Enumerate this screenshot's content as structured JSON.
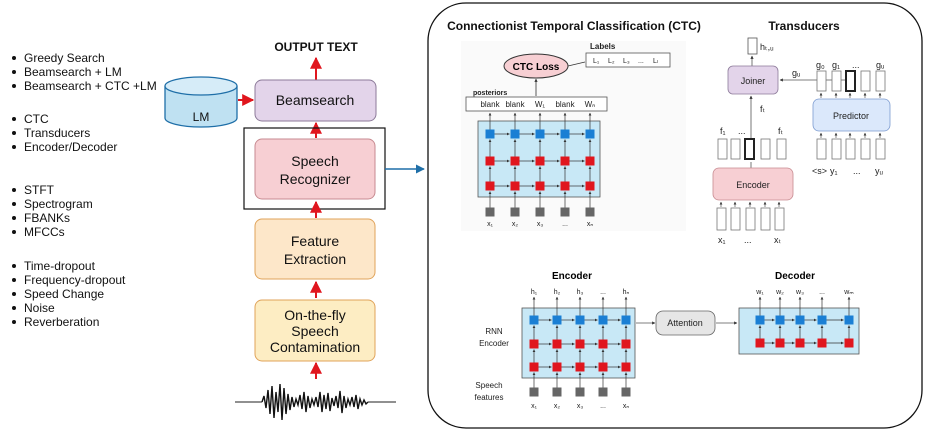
{
  "left_lists": {
    "decoding": [
      "Greedy Search",
      "Beamsearch + LM",
      "Beamsearch + CTC +LM"
    ],
    "models": [
      "CTC",
      "Transducers",
      "Encoder/Decoder"
    ],
    "features": [
      "STFT",
      "Spectrogram",
      "FBANKs",
      "MFCCs"
    ],
    "augmentation": [
      "Time-dropout",
      "Frequency-dropout",
      "Speed Change",
      "Noise",
      "Reverberation"
    ]
  },
  "pipeline": {
    "output_text": "OUTPUT TEXT",
    "lm": "LM",
    "beamsearch": "Beamsearch",
    "speech_recognizer": [
      "Speech",
      "Recognizer"
    ],
    "feature_extraction": [
      "Feature",
      "Extraction"
    ],
    "contamination": [
      "On-the-fly",
      "Speech",
      "Contamination"
    ]
  },
  "ctc": {
    "title": "Connectionist Temporal Classification (CTC)",
    "loss": "CTC Loss",
    "labels_title": "Labels",
    "labels": [
      "L₁",
      "L₂",
      "L₃",
      "...",
      "Lₗ"
    ],
    "posteriors_title": "posteriors",
    "posteriors": [
      "blank",
      "blank",
      "W₁",
      "blank",
      "Wₙ"
    ],
    "inputs": [
      "x₁",
      "x₂",
      "x₃",
      "...",
      "xₙ"
    ]
  },
  "transducers": {
    "title": "Transducers",
    "output": "hₜ,ᵤ",
    "joiner": "Joiner",
    "gu": "gᵤ",
    "ft": "fₜ",
    "f_labels": [
      "f₁",
      "...",
      "fₜ"
    ],
    "g_labels": [
      "g₀",
      "g₁",
      "...",
      "gᵤ"
    ],
    "encoder": "Encoder",
    "predictor": "Predictor",
    "x_labels": [
      "x₁",
      "...",
      "xₜ"
    ],
    "y_labels": [
      "<s>",
      "y₁",
      "...",
      "yᵤ"
    ]
  },
  "encdec": {
    "encoder_title": "Encoder",
    "decoder_title": "Decoder",
    "h_labels": [
      "h₁",
      "h₂",
      "h₃",
      "...",
      "hₙ"
    ],
    "w_labels": [
      "w₁",
      "w₂",
      "w₃",
      "...",
      "wₘ"
    ],
    "attention": "Attention",
    "rnn_encoder": [
      "RNN",
      "Encoder"
    ],
    "speech_features": [
      "Speech",
      "features"
    ],
    "x_labels": [
      "x₁",
      "x₂",
      "x₃",
      "...",
      "xₙ"
    ]
  },
  "colors": {
    "arrow_red": "#e0161e",
    "beamsearch_fill": "#e3d4ea",
    "recognizer_fill": "#f7cfd3",
    "feature_fill": "#fde7c9",
    "contamination_fill": "#fdedc3",
    "lm_fill": "#bfe1f2",
    "node_blue": "#1a7fd4",
    "node_red": "#e0161e",
    "node_gray": "#666666",
    "panel_bg": "#c8e8f6"
  }
}
